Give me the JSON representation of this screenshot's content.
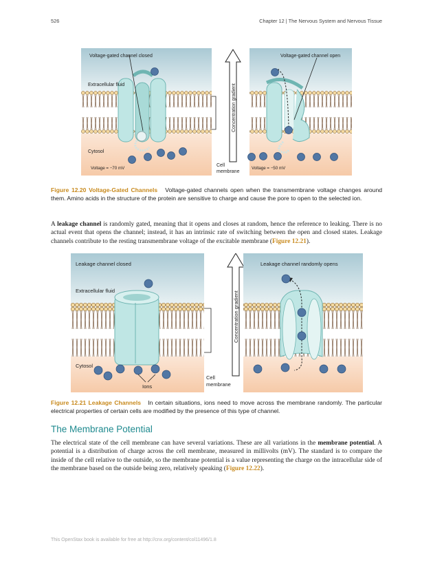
{
  "header": {
    "page_number": "526",
    "chapter": "Chapter 12 | The Nervous System and Nervous Tissue"
  },
  "figure_1": {
    "label_left_title": "Voltage-gated channel closed",
    "label_right_title": "Voltage-gated channel open",
    "label_extracellular": "Extracellular fluid",
    "label_cytosol": "Cytosol",
    "label_voltage_left": "Voltage = −70 mV",
    "label_voltage_right": "Voltage = −50 mV",
    "label_gradient": "Concentration gradient",
    "label_cell": "Cell",
    "label_membrane": "membrane",
    "caption_label": "Figure 12.20 Voltage-Gated Channels",
    "caption_text": "Voltage-gated channels open when the transmembrane voltage changes around them. Amino acids in the structure of the protein are sensitive to charge and cause the pore to open to the selected ion."
  },
  "paragraph_1": {
    "t1": "A ",
    "bold": "leakage channel",
    "t2": " is randomly gated, meaning that it opens and closes at random, hence the reference to leaking. There is no actual event that opens the channel; instead, it has an intrinsic rate of switching between the open and closed states. Leakage channels contribute to the resting transmembrane voltage of the excitable membrane (",
    "xref": "Figure 12.21",
    "t3": ")."
  },
  "figure_2": {
    "label_left_title": "Leakage channel closed",
    "label_right_title": "Leakage channel randomly opens",
    "label_extracellular": "Extracellular fluid",
    "label_cytosol": "Cytosol",
    "label_ions": "Ions",
    "label_gradient": "Concentration gradient",
    "label_cell": "Cell",
    "label_membrane": "membrane",
    "caption_label": "Figure 12.21 Leakage Channels",
    "caption_text": "In certain situations, ions need to move across the membrane randomly. The particular electrical properties of certain cells are modified by the presence of this type of channel."
  },
  "section": {
    "title": "The Membrane Potential"
  },
  "paragraph_2": {
    "t1": "The electrical state of the cell membrane can have several variations. These are all variations in the ",
    "bold": "membrane potential",
    "t2": ". A potential is a distribution of charge across the cell membrane, measured in millivolts (mV). The standard is to compare the inside of the cell relative to the outside, so the membrane potential is a value representing the charge on the intracellular side of the membrane based on the outside being zero, relatively speaking (",
    "xref": "Figure 12.22",
    "t3": ")."
  },
  "footer": {
    "text": "This OpenStax book is available for free at http://cnx.org/content/col11496/1.8"
  },
  "colors": {
    "caption_accent": "#c88a1e",
    "heading_teal": "#1f8a8f",
    "channel_fill": "#bfe6e4",
    "ion_fill": "#5277a4"
  }
}
